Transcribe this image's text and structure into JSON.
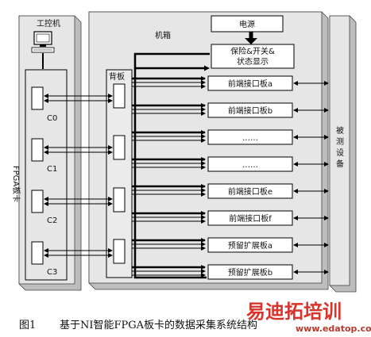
{
  "labels": {
    "ipc": "工控机",
    "fpga_card": "FPGA板卡",
    "chassis": "机箱",
    "backplane": "背板",
    "power": "电源",
    "protect_line1": "保险&开关&",
    "protect_line2": "状态显示",
    "device_under_test": [
      "被",
      "测",
      "设",
      "备"
    ]
  },
  "channels": [
    "C0",
    "C1",
    "C2",
    "C3"
  ],
  "boards": [
    "前端接口板a",
    "前端接口板b",
    "……",
    "……",
    "前端接口板e",
    "前端接口板f",
    "预留扩展板a",
    "预留扩展板b"
  ],
  "caption": {
    "figure": "图1",
    "title": "基于NI智能FPGA板卡的数据采集系统结构"
  },
  "watermark": {
    "name": "易迪拓培训",
    "url": "www.edatop.com"
  },
  "colors": {
    "panel_fill": "#e6e6e6",
    "box_fill": "#ffffff",
    "line": "#000000"
  }
}
